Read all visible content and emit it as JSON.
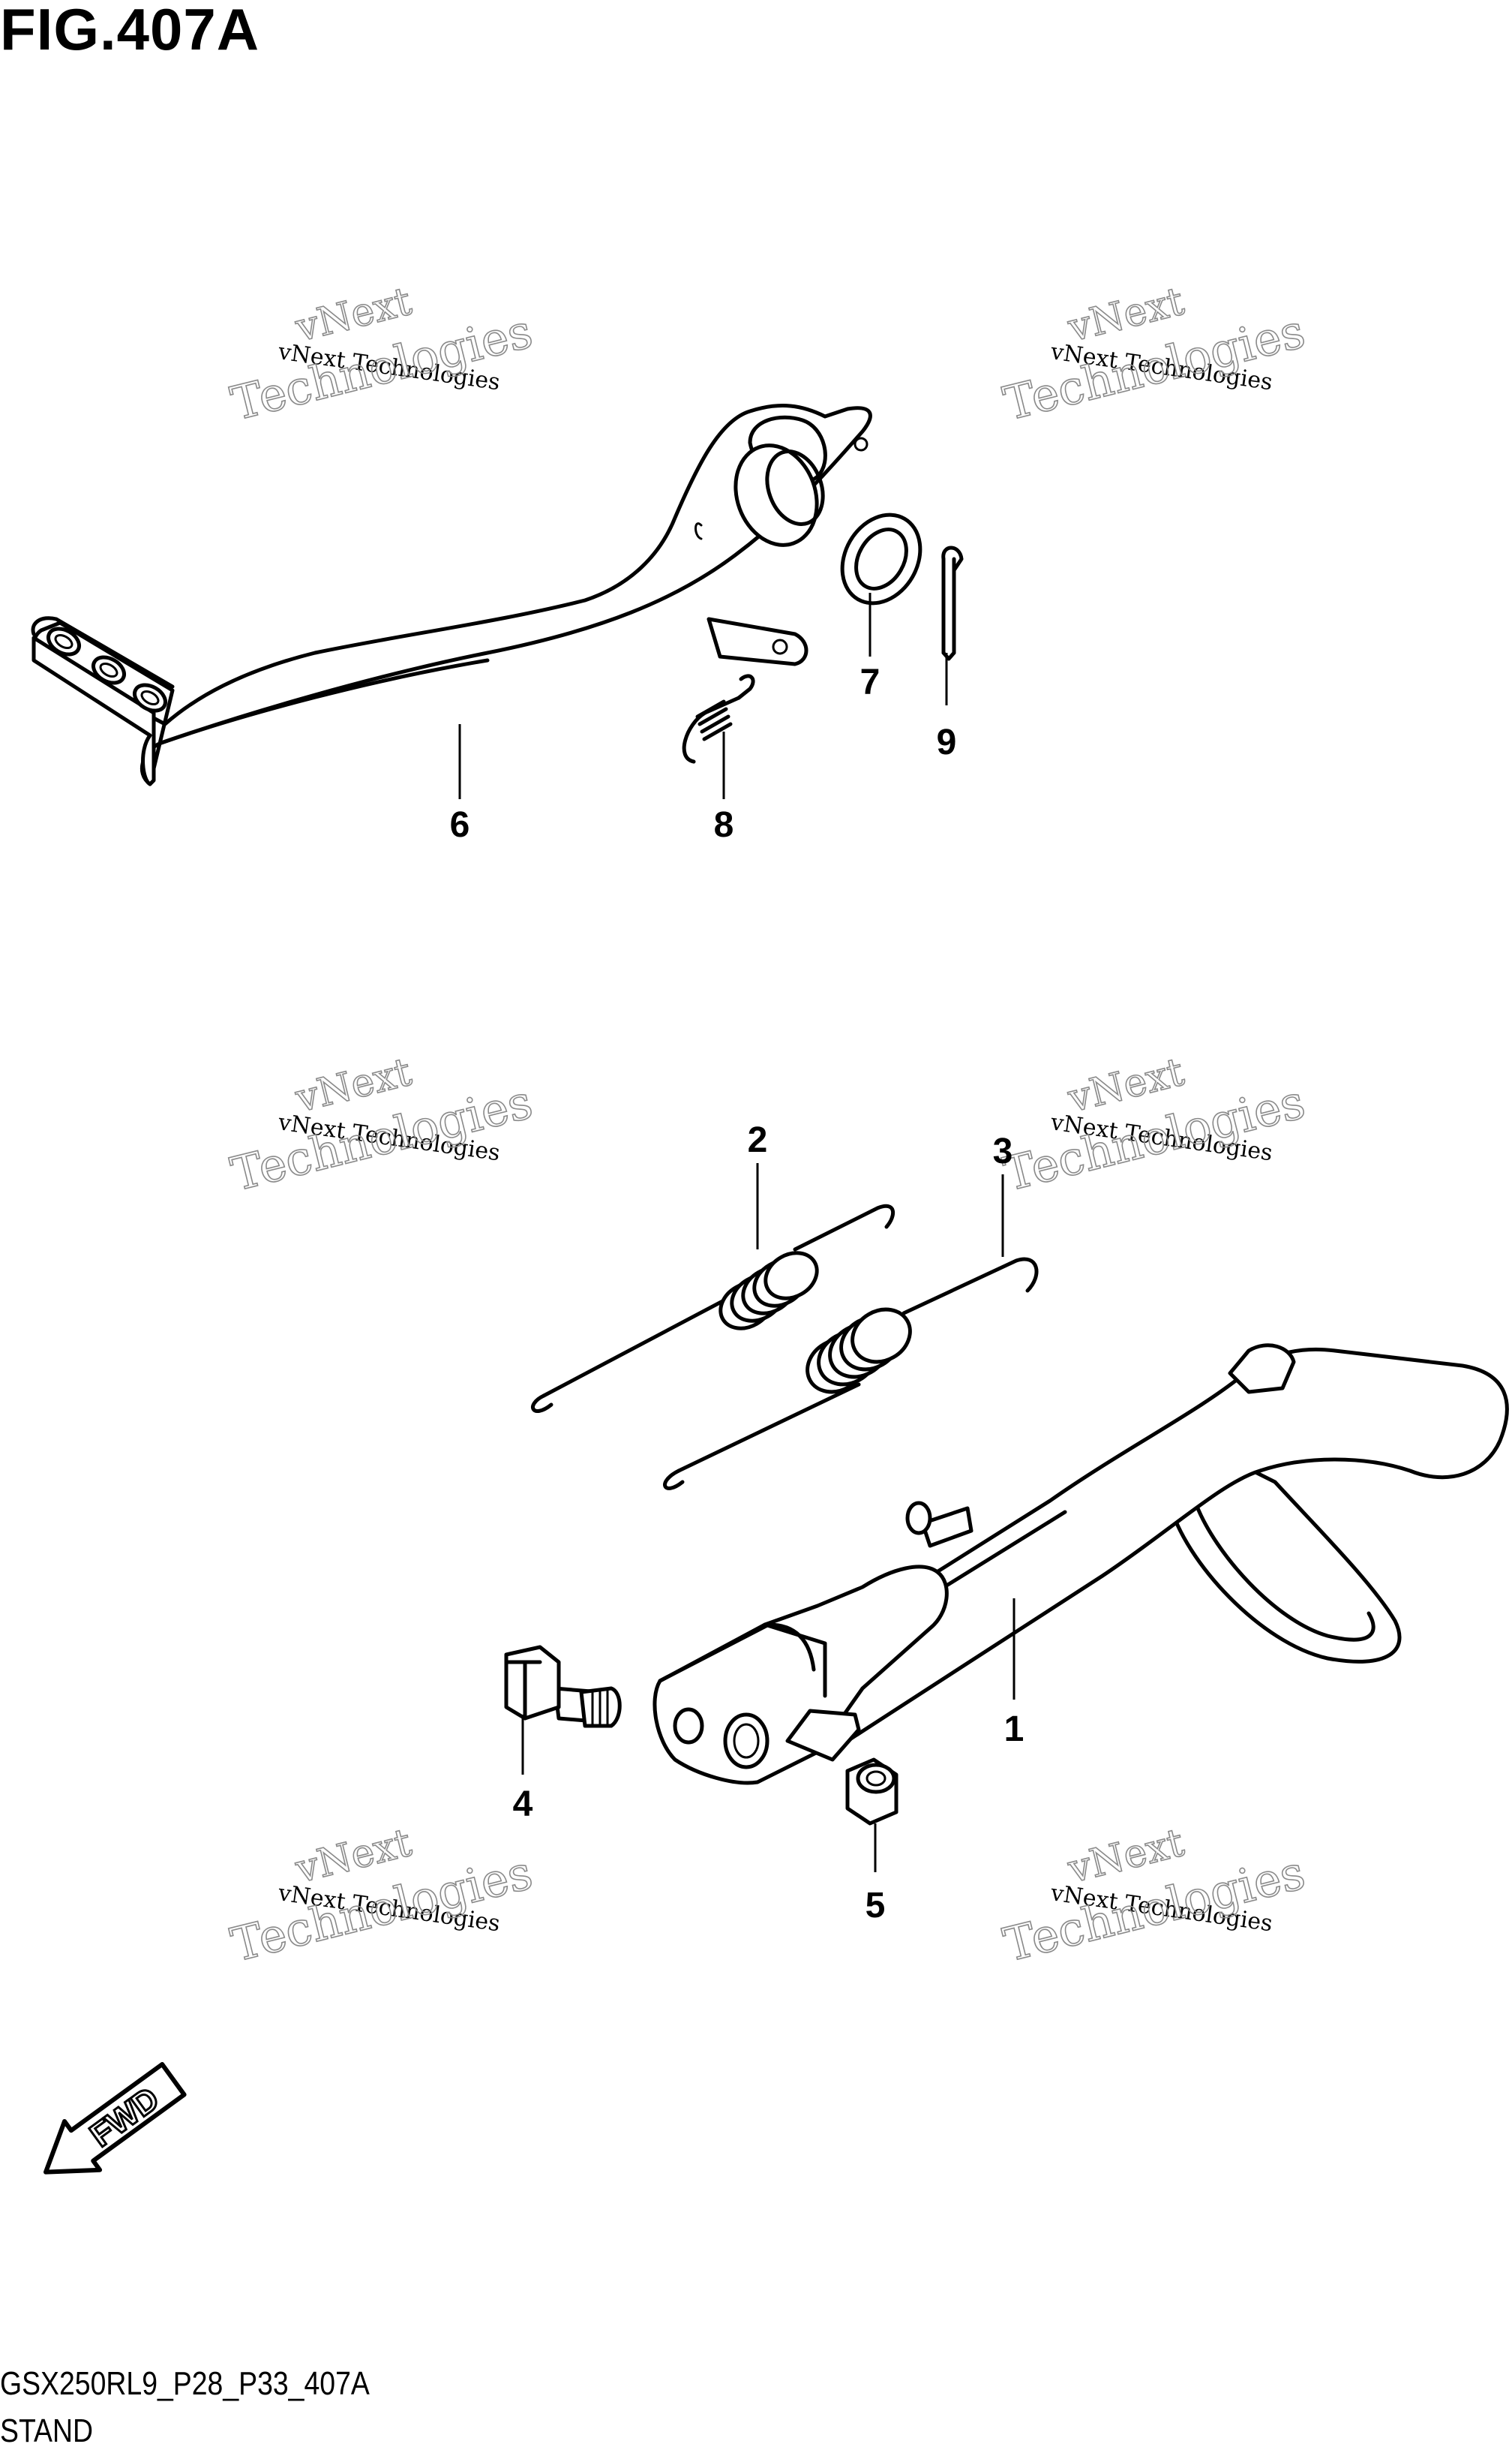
{
  "figure": {
    "title": "FIG.407A",
    "code": "GSX250RL9_P28_P33_407A",
    "name": "STAND"
  },
  "callouts": {
    "c1": "1",
    "c2": "2",
    "c3": "3",
    "c4": "4",
    "c5": "5",
    "c6": "6",
    "c7": "7",
    "c8": "8",
    "c9": "9"
  },
  "watermark": {
    "line_small": "vNext Technologies",
    "line_a": "vNext",
    "line_b": "Technologies"
  },
  "direction_label": "FWD"
}
